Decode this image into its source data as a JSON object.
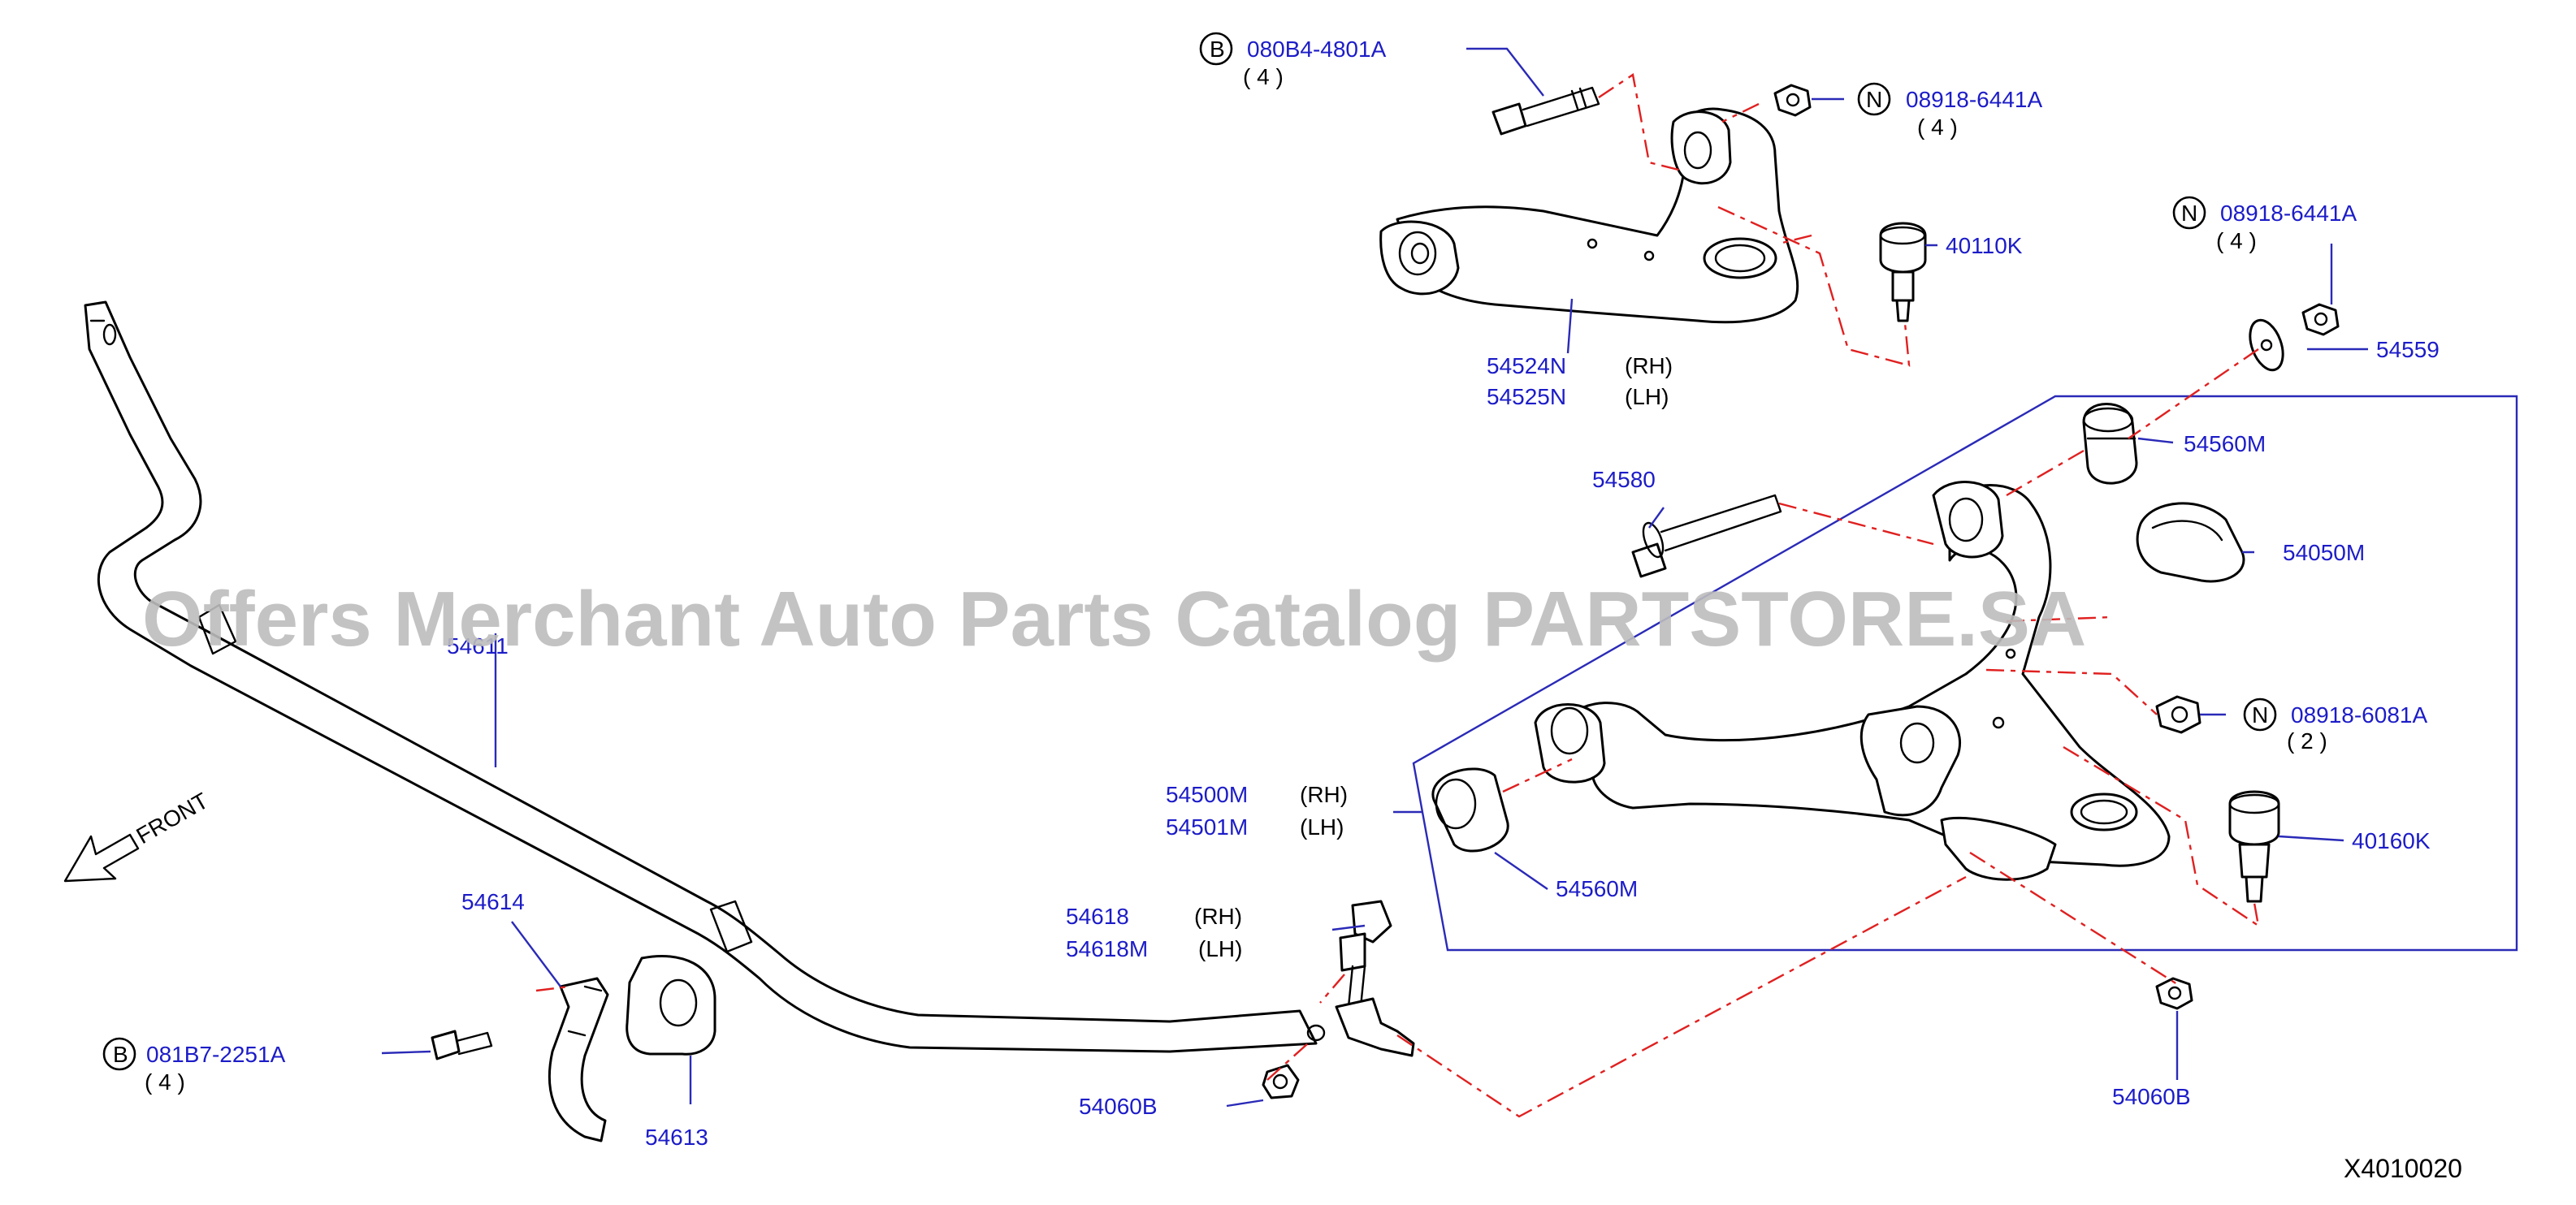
{
  "labels": {
    "bolt_upper": "080B4-4801A",
    "bolt_upper_qty": "( 4 )",
    "nut_upper": "08918-6441A",
    "nut_upper_qty": "( 4 )",
    "balljoint_upper": "40110K",
    "nut_right": "08918-6441A",
    "nut_right_qty": "( 4 )",
    "washer_right": "54559",
    "upper_arm_rh": "54524N",
    "upper_arm_rh_side": "(RH)",
    "upper_arm_lh": "54525N",
    "upper_arm_lh_side": "(LH)",
    "bushing_upper": "54560M",
    "cam_bolt": "54580",
    "cover": "54050M",
    "stabilizer": "54611",
    "nut_mid": "08918-6081A",
    "nut_mid_qty": "( 2 )",
    "lower_arm_rh": "54500M",
    "lower_arm_rh_side": "(RH)",
    "lower_arm_lh": "54501M",
    "lower_arm_lh_side": "(LH)",
    "balljoint_lower": "40160K",
    "front": "FRONT",
    "bracket": "54614",
    "link_rh": "54618",
    "link_rh_side": "(RH)",
    "link_lh": "54618M",
    "link_lh_side": "(LH)",
    "bushing_lower": "54560M",
    "bolt_lower": "081B7-2251A",
    "bolt_lower_qty": "( 4 )",
    "bush_stab": "54613",
    "nut_link": "54060B",
    "nut_link_right": "54060B",
    "drawing_code": "X4010020"
  },
  "markers": {
    "b": "B",
    "n": "N"
  },
  "watermark": "Offers Merchant Auto Parts Catalog PARTSTORE.SA"
}
